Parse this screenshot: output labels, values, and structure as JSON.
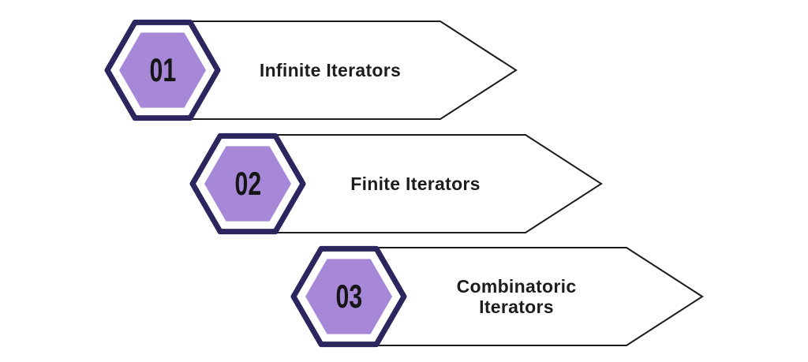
{
  "diagram": {
    "colors": {
      "hexagon_fill": "#a687d8",
      "hexagon_border": "#2b265e",
      "outline": "#1c1c1c",
      "text": "#1d1d1d",
      "number": "#161616",
      "background": "#ffffff"
    },
    "items": [
      {
        "number": "01",
        "label": "Infinite Iterators"
      },
      {
        "number": "02",
        "label": "Finite Iterators"
      },
      {
        "number": "03",
        "label": "Combinatoric Iterators"
      }
    ]
  }
}
